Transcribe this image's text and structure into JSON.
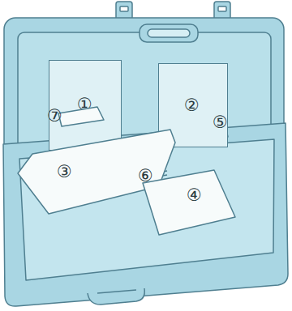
{
  "diagram": {
    "nodes": [
      {
        "text": [
          "①"
        ]
      },
      {
        "text": [
          "②"
        ]
      },
      {
        "text": [
          "⑦"
        ]
      },
      {
        "text": [
          "③"
        ]
      },
      {
        "text": [
          "④"
        ]
      }
    ],
    "labels": [
      "⑤",
      "⑥"
    ]
  }
}
